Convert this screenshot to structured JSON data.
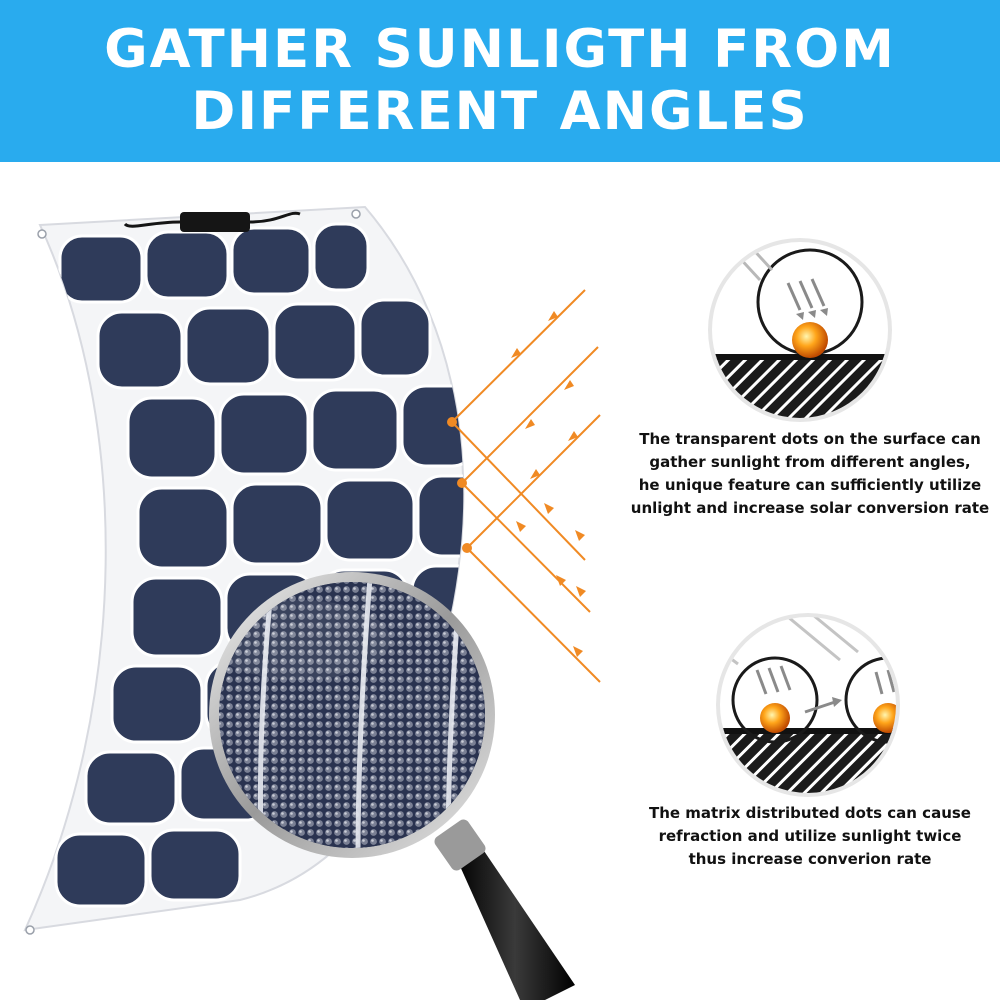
{
  "banner": {
    "title_line1": "GATHER SUNLIGTH FROM",
    "title_line2": "DIFFERENT ANGLES",
    "background": "#29abee",
    "text_color": "#ffffff"
  },
  "captions": {
    "first": [
      "The transparent dots on the surface can",
      "gather sunlight from different angles,",
      "he unique feature can sufficiently utilize",
      "unlight and increase solar conversion rate"
    ],
    "second": [
      "The matrix distributed dots can cause",
      "refraction and utilize sunlight twice",
      "thus increase converion rate"
    ]
  },
  "icons": {
    "panel": "solar-panel-image",
    "magnifier": "magnifying-glass-icon",
    "arrows": "sunlight-arrows",
    "diagram1": "single-dot-diagram",
    "diagram2": "refraction-diagram"
  },
  "colors": {
    "accent": "#f08a24",
    "cell": "#2f3b5a",
    "frame": "#ffffff"
  }
}
